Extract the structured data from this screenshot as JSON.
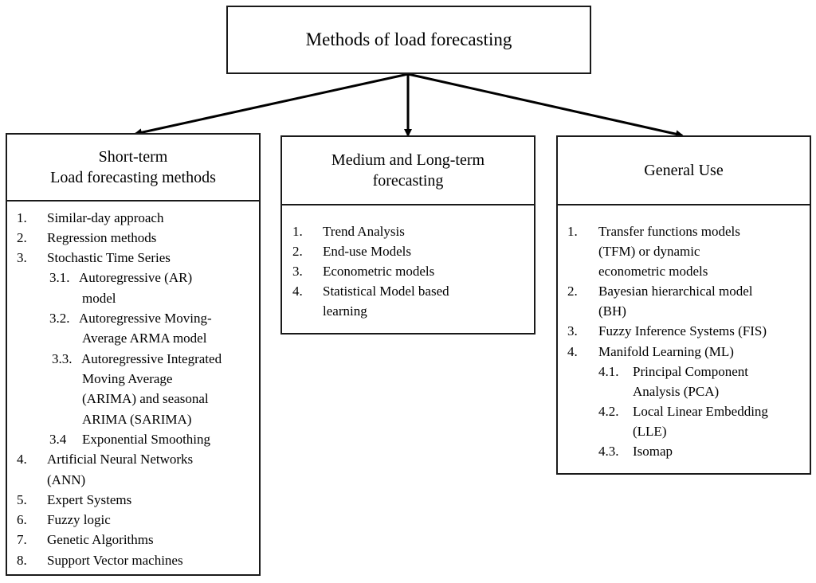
{
  "title": "Methods of load forecasting",
  "columns": [
    {
      "heading": [
        "Short-term",
        "Load forecasting methods"
      ],
      "items": [
        {
          "num": "1.",
          "text": "Similar-day approach"
        },
        {
          "num": "2.",
          "text": "Regression methods"
        },
        {
          "num": "3.",
          "text": "Stochastic Time Series"
        },
        {
          "num": "3.1.",
          "text": "Autoregressive (AR)"
        },
        {
          "num": "",
          "text": "model"
        },
        {
          "num": "3.2.",
          "text": "Autoregressive Moving-"
        },
        {
          "num": "",
          "text": "Average ARMA model"
        },
        {
          "num": "3.3.",
          "text": "Autoregressive Integrated"
        },
        {
          "num": "",
          "text": "Moving Average"
        },
        {
          "num": "",
          "text": "(ARIMA) and seasonal"
        },
        {
          "num": "",
          "text": "ARIMA (SARIMA)"
        },
        {
          "num": "3.4",
          "text": "Exponential Smoothing"
        },
        {
          "num": "4.",
          "text": "Artificial Neural Networks"
        },
        {
          "num": "",
          "text": "(ANN)"
        },
        {
          "num": "5.",
          "text": "Expert Systems"
        },
        {
          "num": "6.",
          "text": "Fuzzy logic"
        },
        {
          "num": "7.",
          "text": "Genetic Algorithms"
        },
        {
          "num": "8.",
          "text": "Support Vector machines"
        }
      ]
    },
    {
      "heading": [
        "Medium and Long-term",
        "forecasting"
      ],
      "items": [
        {
          "num": "1.",
          "text": "Trend Analysis"
        },
        {
          "num": "2.",
          "text": "End-use Models"
        },
        {
          "num": "3.",
          "text": "Econometric models"
        },
        {
          "num": "4.",
          "text": "Statistical Model based"
        },
        {
          "num": "",
          "text": "learning"
        }
      ]
    },
    {
      "heading": [
        "General Use"
      ],
      "items": [
        {
          "num": "1.",
          "text": "Transfer functions models"
        },
        {
          "num": "",
          "text": "(TFM) or dynamic"
        },
        {
          "num": "",
          "text": "econometric models"
        },
        {
          "num": "2.",
          "text": "Bayesian hierarchical model"
        },
        {
          "num": "",
          "text": "(BH)"
        },
        {
          "num": "3.",
          "text": "Fuzzy Inference Systems (FIS)"
        },
        {
          "num": "4.",
          "text": "Manifold Learning (ML)"
        },
        {
          "num": "4.1.",
          "text": "Principal Component"
        },
        {
          "num": "",
          "text": "Analysis (PCA)"
        },
        {
          "num": "4.2.",
          "text": "Local Linear Embedding"
        },
        {
          "num": "",
          "text": "(LLE)"
        },
        {
          "num": "4.3.",
          "text": "Isomap"
        }
      ]
    }
  ]
}
